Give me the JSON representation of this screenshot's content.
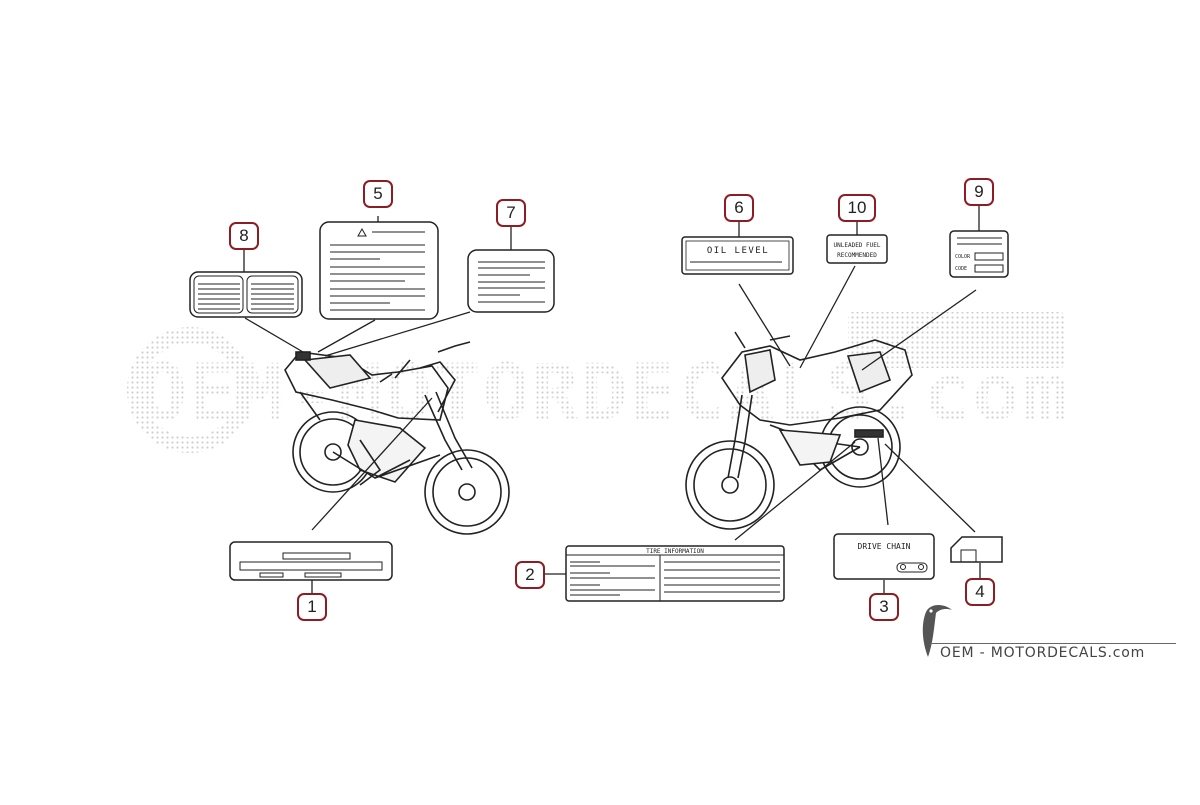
{
  "callouts": {
    "c1": "1",
    "c2": "2",
    "c3": "3",
    "c4": "4",
    "c5": "5",
    "c6": "6",
    "c7": "7",
    "c8": "8",
    "c9": "9",
    "c10": "10"
  },
  "labels": {
    "oil_level": "OIL LEVEL",
    "fuel_line1": "UNLEADED FUEL",
    "fuel_line2": "RECOMMENDED",
    "color_label": "COLOR",
    "code_label": "CODE",
    "tire_info": "TIRE INFORMATION",
    "drive_chain": "DRIVE CHAIN"
  },
  "watermark": {
    "text": "OEM-MOTORDECALS.com",
    "brand": "OEM - MOTORDECALS.com"
  },
  "colors": {
    "callout_border": "#8c1d24",
    "line_art": "#222222",
    "watermark": "#d6d6d6"
  }
}
